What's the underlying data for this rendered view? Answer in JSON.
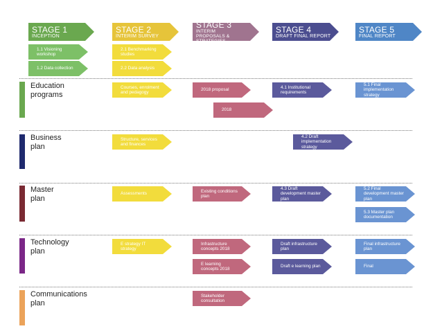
{
  "stages": [
    {
      "num": "STAGE 1",
      "name": "INCEPTION",
      "color": "#6aa84f"
    },
    {
      "num": "STAGE 2",
      "name": "INTERIM SURVEY",
      "color": "#e6c43a"
    },
    {
      "num": "STAGE 3",
      "name": "INTERIM PROPOSALS & STRATEGIES",
      "color": "#a0748f"
    },
    {
      "num": "STAGE 4",
      "name": "DRAFT FINAL REPORT",
      "color": "#4b4d8f"
    },
    {
      "num": "STAGE 5",
      "name": "FINAL REPORT",
      "color": "#4f86c6"
    }
  ],
  "inception": [
    "1.1 Visioning workshop",
    "1.2 Data collection"
  ],
  "interim": [
    "2.1 Benchmarking studies",
    "2.2 Data analysis"
  ],
  "rows": [
    {
      "label": "Education programs",
      "color": "#6aa84f"
    },
    {
      "label": "Business plan",
      "color": "#1f2a6e"
    },
    {
      "label": "Master plan",
      "color": "#7a2a33"
    },
    {
      "label": "Technology plan",
      "color": "#7b2787"
    },
    {
      "label": "Communications plan",
      "color": "#eba35a"
    }
  ],
  "tasks": {
    "edu_s2": "Courses, enrolment and pedagogy",
    "edu_s3": "2018 proposal",
    "edu_s3b": "2018",
    "edu_s4": "4.1 Institutional requirements",
    "edu_s5": "5.1 Final implementation strategy",
    "bus_s2": "Structure, services and finances",
    "bus_s4": "4.2 Draft implementation strategy",
    "mas_s2": "Assessments",
    "mas_s3": "Existing conditions plan",
    "mas_s4": "4.3 Draft development master plan",
    "mas_s5": "5.2 Final development master plan",
    "mas_s5b": "5.3 Master plan documentation",
    "tech_s2": "E strategy IT strategy",
    "tech_s3": "Infrastructure concepts 2018",
    "tech_s3b": "E learning concepts 2018",
    "tech_s4": "Draft infrastructure plan",
    "tech_s4b": "Draft e learning plan",
    "tech_s5": "Final infrastructure plan",
    "tech_s5b": "Final",
    "com_s3": "Stakeholder consultation"
  },
  "colors": {
    "green": "#7dc067",
    "yellow": "#f2dc3c",
    "rose": "#c0687d",
    "purple": "#5b5a9c",
    "blue": "#6a94d2"
  }
}
